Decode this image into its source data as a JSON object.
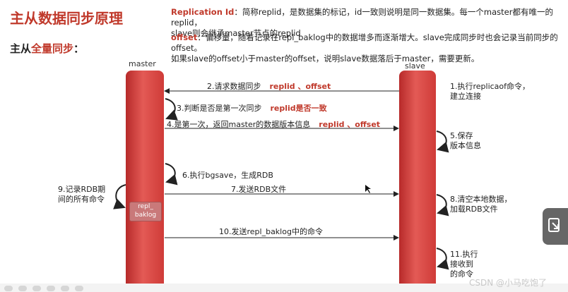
{
  "title": "主从数据同步原理",
  "subtitle": {
    "prefix": "主从",
    "highlight": "全量同步",
    "suffix": "："
  },
  "notes": {
    "replication": {
      "key": "Replication Id",
      "line1": "：简称replid，是数据集的标记，id一致则说明是同一数据集。每一个master都有唯一的replid，",
      "line2": "slave则会继承master节点的replid"
    },
    "offset": {
      "key": "offset",
      "line1": "：偏移量，随着记录在repl_baklog中的数据增多而逐渐增大。slave完成同步时也会记录当前同步的offset。",
      "line2": "如果slave的offset小于master的offset，说明slave数据落后于master，需要更新。"
    }
  },
  "lanes": {
    "master_label": "master",
    "slave_label": "slave"
  },
  "steps": {
    "s1": {
      "line1": "1.执行replicaof命令，",
      "line2": "建立连接"
    },
    "s2": {
      "text": "2.请求数据同步",
      "extra": "replid 、offset"
    },
    "s3": {
      "text": "3.判断是否是第一次同步",
      "extra": "replid是否一致"
    },
    "s4": {
      "text": "4.是第一次，返回master的数据版本信息",
      "extra": "replid 、offset"
    },
    "s5": {
      "line1": "5.保存",
      "line2": "版本信息"
    },
    "s6": {
      "text": "6.执行bgsave，生成RDB"
    },
    "s7": {
      "text": "7.发送RDB文件"
    },
    "s8": {
      "line1": "8.清空本地数据，",
      "line2": "加载RDB文件"
    },
    "s9": {
      "line1": "9.记录RDB期",
      "line2": "间的所有命令"
    },
    "s10": {
      "text": "10.发送repl_baklog中的命令"
    },
    "s11": {
      "line1": "11.执行",
      "line2": "接收到",
      "line3": "的命令"
    }
  },
  "buffer": {
    "line1": "repl_",
    "line2": "baklog"
  },
  "watermark": "CSDN @小马吃饱了"
}
